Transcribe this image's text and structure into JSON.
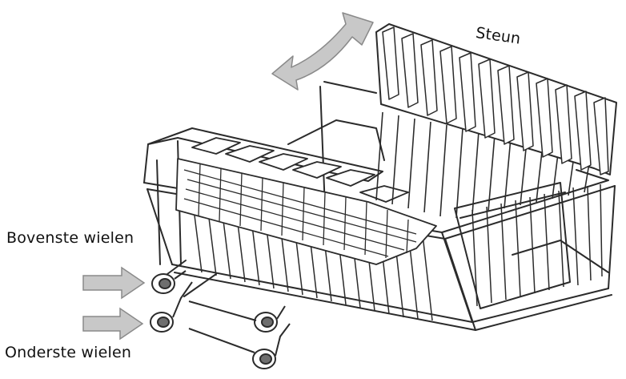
{
  "labels": {
    "support": "Steun",
    "upper_wheels": "Bovenste wielen",
    "lower_wheels": "Onderste wielen"
  },
  "colors": {
    "line": "#2b2b2b",
    "arrow_fill": "#c8c8c8",
    "arrow_stroke": "#8a8a8a",
    "background": "#ffffff"
  }
}
